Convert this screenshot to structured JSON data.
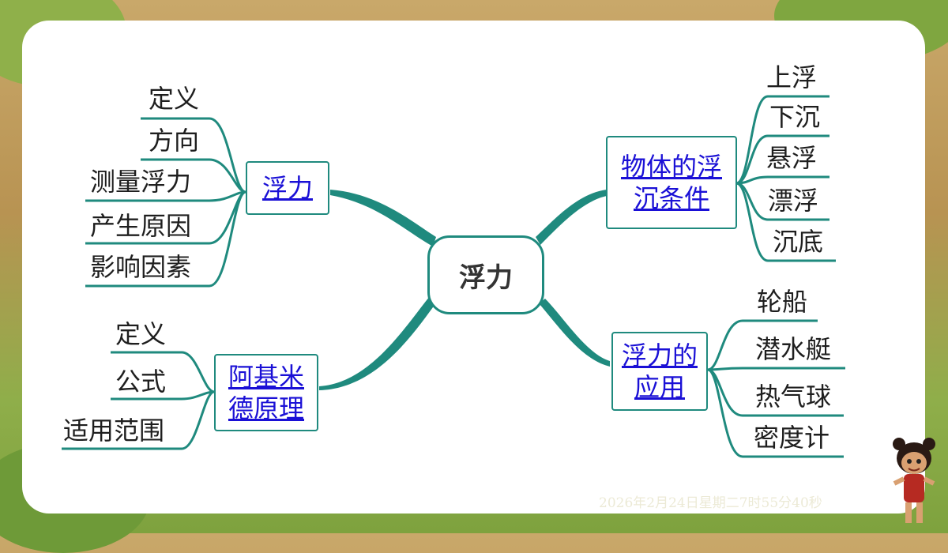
{
  "center": {
    "label": "浮力"
  },
  "branches": {
    "fuli": {
      "label": "浮力",
      "items": [
        "定义",
        "方向",
        "测量浮力",
        "产生原因",
        "影响因素"
      ]
    },
    "archimedes": {
      "label_line1": "阿基米",
      "label_line2": "德原理",
      "items": [
        "定义",
        "公式",
        "适用范围"
      ]
    },
    "sink_float": {
      "label_line1": "物体的浮",
      "label_line2": "沉条件",
      "items": [
        "上浮",
        "下沉",
        "悬浮",
        "漂浮",
        "沉底"
      ]
    },
    "application": {
      "label_line1": "浮力的",
      "label_line2": "应用",
      "items": [
        "轮船",
        "潜水艇",
        "热气球",
        "密度计"
      ]
    }
  },
  "timestamp": "2026年2月24日星期二7时55分40秒",
  "colors": {
    "line": "#1f8a7e",
    "link": "#1a10d6",
    "text": "#1e1e1e"
  }
}
